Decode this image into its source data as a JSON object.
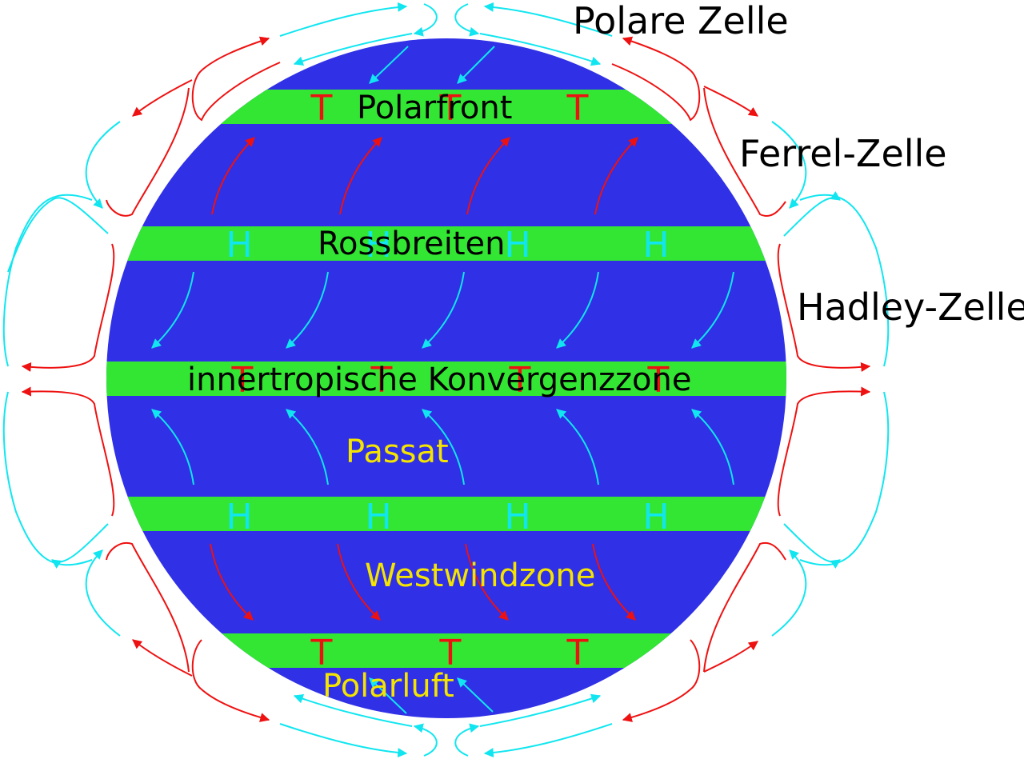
{
  "cells": {
    "polar": "Polare Zelle",
    "ferrel": "Ferrel-Zelle",
    "hadley": "Hadley-Zelle"
  },
  "bands": {
    "polar_front": "Polarfront",
    "horse_latitudes": "Rossbreiten",
    "itcz": "innertropische Konvergenzzone"
  },
  "zones": {
    "trade_winds": "Passat",
    "westerlies": "Westwindzone",
    "polar_air": "Polarluft"
  },
  "pressure": {
    "low": "T",
    "high": "H"
  },
  "colors": {
    "ocean": "#3030e6",
    "band": "#33e633",
    "warm_flow": "#ee1111",
    "cold_flow": "#11e6f0",
    "zone_text": "#f4e400"
  }
}
